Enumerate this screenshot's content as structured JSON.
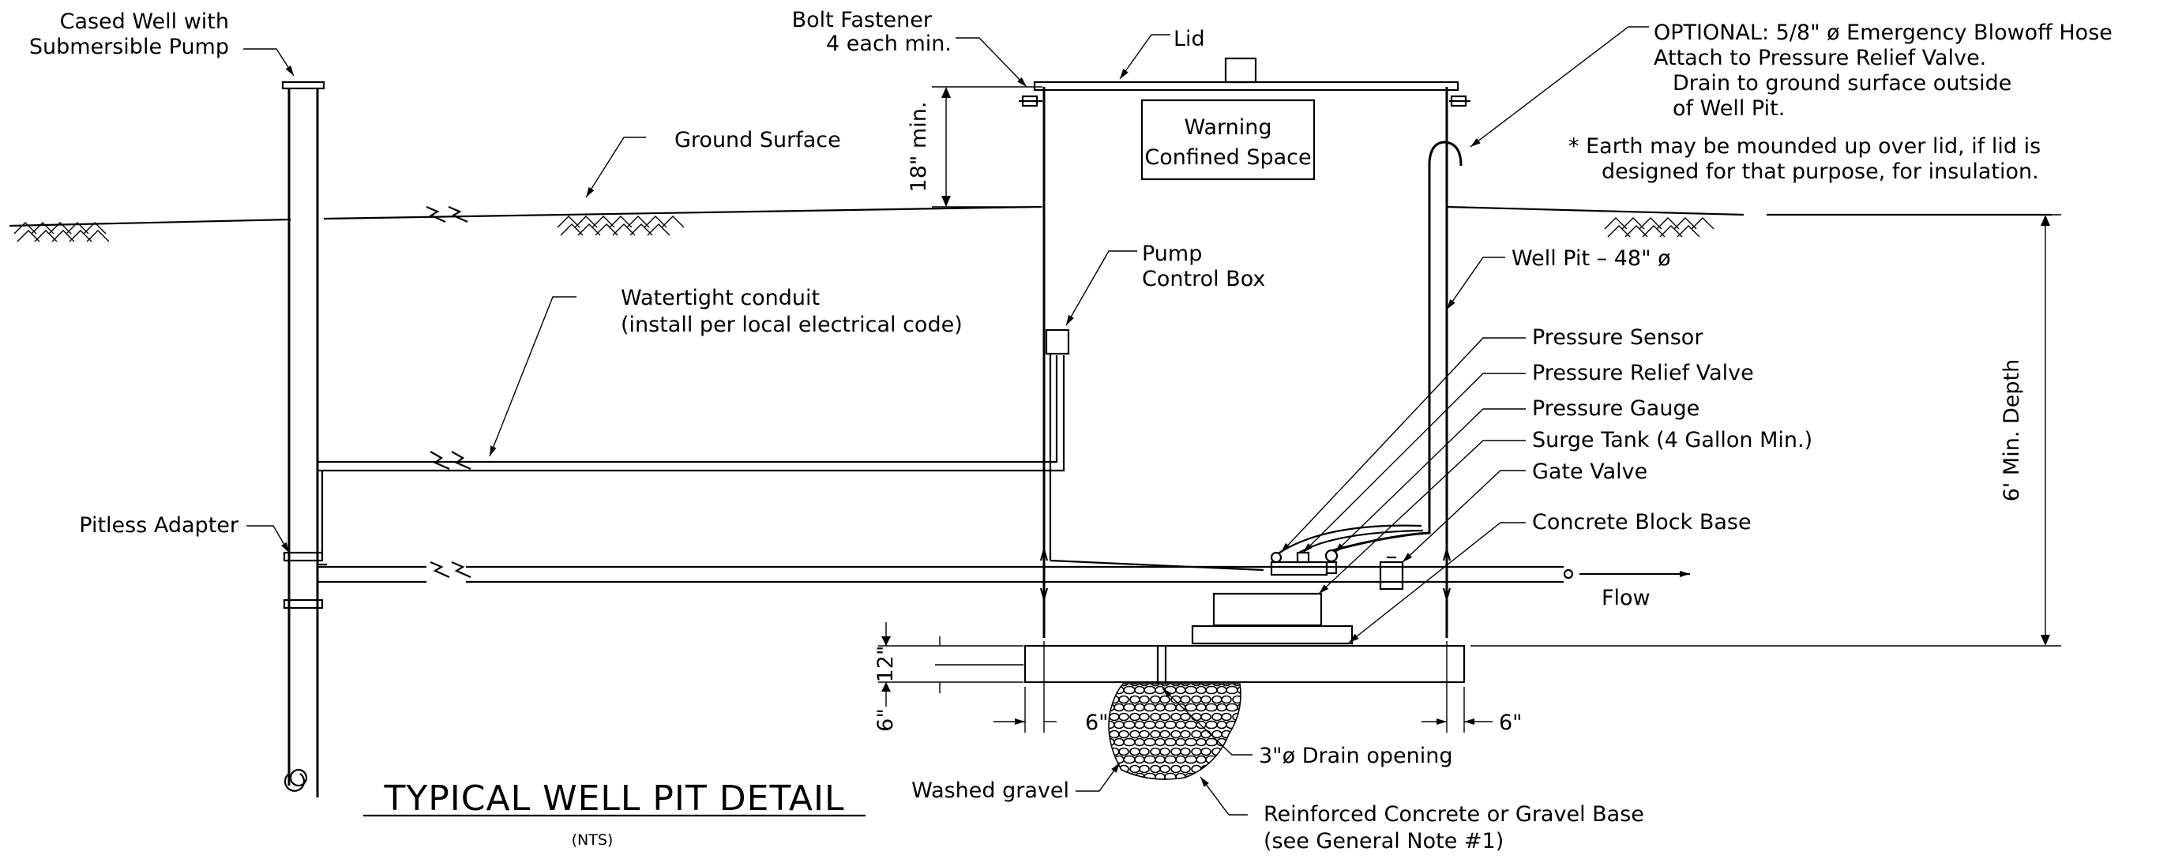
{
  "diagram": {
    "title": "TYPICAL WELL PIT DETAIL",
    "subtitle": "(NTS)",
    "labels": {
      "cased_well_1": "Cased Well with",
      "cased_well_2": "Submersible Pump",
      "bolt_1": "Bolt Fastener",
      "bolt_2": "4 each min.",
      "lid": "Lid",
      "optional_1": "OPTIONAL: 5/8\" ø Emergency Blowoff Hose",
      "optional_2": "Attach to Pressure Relief Valve.",
      "optional_3": "Drain to ground surface outside",
      "optional_4": "of Well Pit.",
      "note_1": "* Earth may be mounded up over lid, if lid is",
      "note_2": "designed for that purpose, for insulation.",
      "ground_surface": "Ground Surface",
      "warning_1": "Warning",
      "warning_2": "Confined Space",
      "dim_18": "18\" min.",
      "pump_control_1": "Pump",
      "pump_control_2": "Control Box",
      "well_pit": "Well Pit – 48\" ø",
      "conduit_1": "Watertight conduit",
      "conduit_2": "(install per local electrical code)",
      "pressure_sensor": "Pressure Sensor",
      "pressure_relief": "Pressure Relief Valve",
      "pressure_gauge": "Pressure Gauge",
      "surge_tank": "Surge Tank (4 Gallon Min.)",
      "gate_valve": "Gate Valve",
      "concrete_block": "Concrete Block Base",
      "min_depth": "6' Min. Depth",
      "pitless": "Pitless Adapter",
      "flow": "Flow",
      "dim_12": "12\"",
      "dim_6_vert": "6\"",
      "dim_6_left": "6\"",
      "dim_6_right": "6\"",
      "drain": "3\"ø Drain opening",
      "washed_gravel": "Washed gravel",
      "base_1": "Reinforced Concrete or Gravel Base",
      "base_2": "(see General Note #1)"
    }
  }
}
